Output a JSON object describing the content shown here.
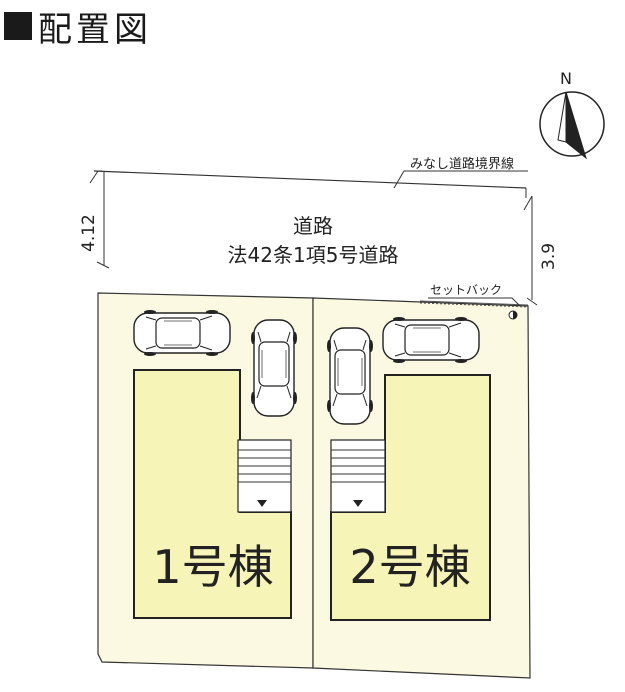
{
  "title": "配置図",
  "compass": {
    "label": "N",
    "icon": "north-arrow-icon"
  },
  "road": {
    "boundary_label": "みなし道路境界線",
    "name": "道路",
    "law": "法42条1項5号道路",
    "width_left": "4.12",
    "width_right": "3.9",
    "setback_label": "セットバック"
  },
  "buildings": [
    {
      "label": "1号棟"
    },
    {
      "label": "2号棟"
    }
  ],
  "colors": {
    "lot_fill": "#fbf9e1",
    "building_fill": "#f6f4b7",
    "line": "#2a2a2a"
  }
}
